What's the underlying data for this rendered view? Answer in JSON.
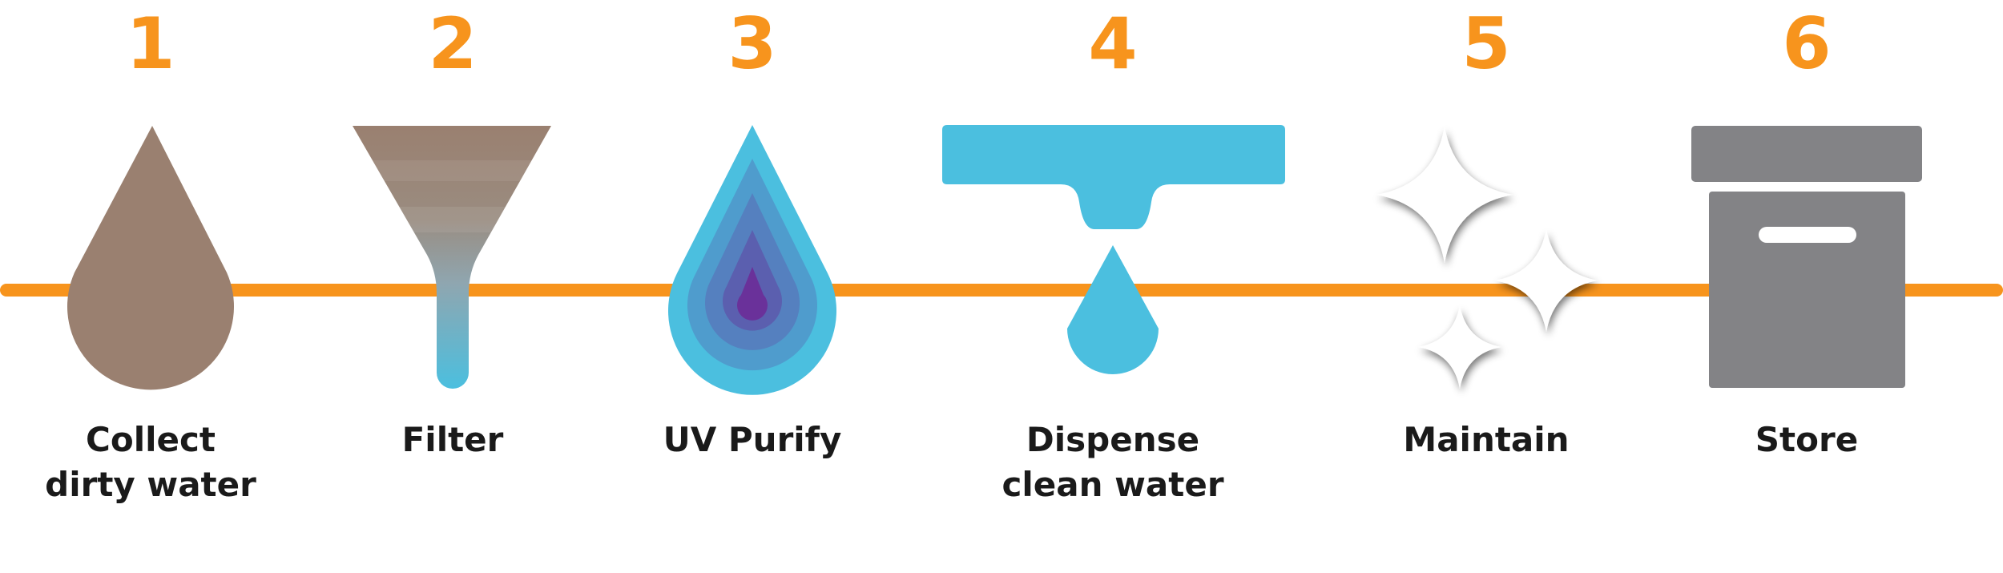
{
  "colors": {
    "timeline": "#f7941d",
    "number": "#f7941d",
    "brown": "#9a8070",
    "blue": "#4bbfdf",
    "gray": "#838386",
    "label": "#1a1a1a"
  },
  "steps": [
    {
      "number": "1",
      "label": "Collect\ndirty water",
      "icon": "brown-drop-icon"
    },
    {
      "number": "2",
      "label": "Filter",
      "icon": "funnel-filter-icon"
    },
    {
      "number": "3",
      "label": "UV Purify",
      "icon": "uv-layered-drop-icon"
    },
    {
      "number": "4",
      "label": "Dispense\nclean water",
      "icon": "tap-dispense-icon"
    },
    {
      "number": "5",
      "label": "Maintain",
      "icon": "sparkle-icon"
    },
    {
      "number": "6",
      "label": "Store",
      "icon": "storage-box-icon"
    }
  ]
}
